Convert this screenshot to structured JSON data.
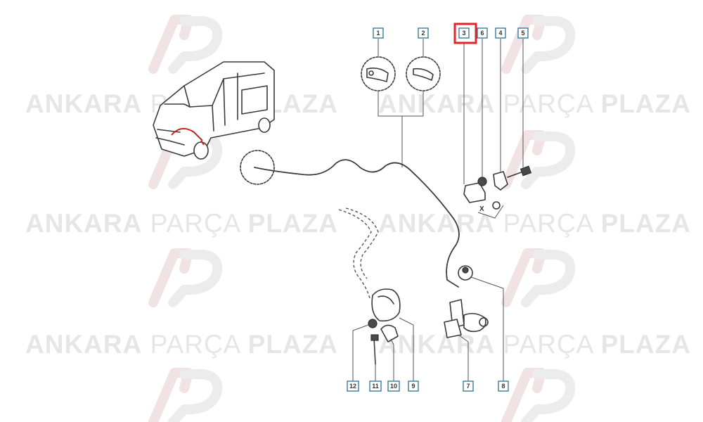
{
  "watermark": {
    "brand_bold_1": "ANKARA",
    "brand_light": "PARÇA",
    "brand_bold_2": "PLAZA"
  },
  "callouts": {
    "c1": "1",
    "c2": "2",
    "c3": "3",
    "c4": "4",
    "c5": "5",
    "c6": "6",
    "c7": "7",
    "c8": "8",
    "c9": "9",
    "c10": "10",
    "c11": "11",
    "c12": "12"
  },
  "highlighted_callout": "3",
  "detail_label": "X",
  "colors": {
    "highlight": "#e0262b",
    "callout_border": "#2f6f8f",
    "watermark_text": "#e6e6e6",
    "watermark_logo": "#f1e2e4"
  }
}
